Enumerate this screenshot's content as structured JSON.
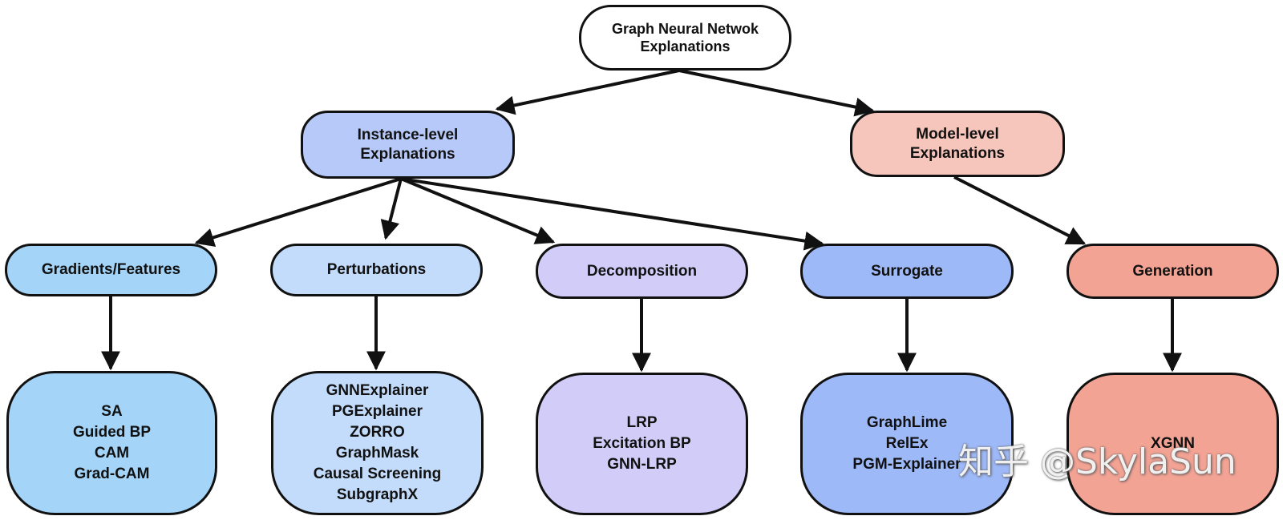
{
  "root": {
    "lines": [
      "Graph Neural Netwok",
      "Explanations"
    ]
  },
  "level1": {
    "instance": {
      "lines": [
        "Instance-level",
        "Explanations"
      ]
    },
    "model": {
      "lines": [
        "Model-level",
        "Explanations"
      ]
    }
  },
  "categories": {
    "gradients": "Gradients/Features",
    "perturbations": "Perturbations",
    "decomposition": "Decomposition",
    "surrogate": "Surrogate",
    "generation": "Generation"
  },
  "methods": {
    "gradients": [
      "SA",
      "Guided BP",
      "CAM",
      "Grad-CAM"
    ],
    "perturbations": [
      "GNNExplainer",
      "PGExplainer",
      "ZORRO",
      "GraphMask",
      "Causal Screening",
      "SubgraphX"
    ],
    "decomposition": [
      "LRP",
      "Excitation BP",
      "GNN-LRP"
    ],
    "surrogate": [
      "GraphLime",
      "RelEx",
      "PGM-Explainer"
    ],
    "generation": [
      "XGNN"
    ]
  },
  "watermark": "知乎 @SkylaSun",
  "colors": {
    "instance": "#b6c9f8",
    "model": "#f6c5bc",
    "gradients": "#a4d4f8",
    "perturbations": "#c3dcfb",
    "decomposition": "#d2cdf8",
    "surrogate": "#9eb9f7",
    "generation": "#f3a394"
  }
}
